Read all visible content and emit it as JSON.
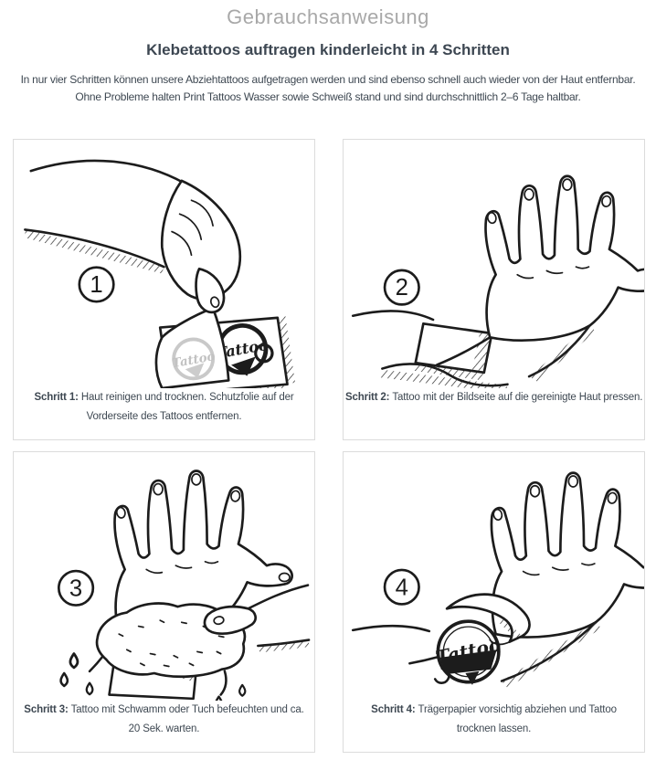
{
  "page": {
    "title": "Gebrauchsanweisung",
    "heading": "Klebetattoos auftragen kinderleicht in 4 Schritten",
    "intro": "In nur vier Schritten können unsere Abziehtattoos aufgetragen werden und sind ebenso schnell auch wieder von der Haut entfernbar. Ohne Probleme halten Print Tattoos Wasser sowie Schweiß stand und sind durchschnittlich 2–6 Tage haltbar."
  },
  "colors": {
    "title_gray": "#a8a8a8",
    "text_dark": "#3e4852",
    "panel_border": "#dcdcdc",
    "ink": "#1c1c1c"
  },
  "steps": [
    {
      "number": "1",
      "label": "Schritt 1:",
      "text": "Haut reinigen und trocknen. Schutzfolie auf der Vorderseite des Tattoos entfernen.",
      "illustration": "hand-peeling-protective-film-from-tattoo-sheet",
      "logo_text": "Tattoo"
    },
    {
      "number": "2",
      "label": "Schritt 2:",
      "text": "Tattoo mit der Bildseite auf die gereinigte Haut pressen.",
      "illustration": "hand-pressing-tattoo-sheet-onto-skin"
    },
    {
      "number": "3",
      "label": "Schritt 3:",
      "text": "Tattoo mit Schwamm oder Tuch befeuchten und ca. 20 Sek. warten.",
      "illustration": "sponge-moistening-tattoo-on-hand"
    },
    {
      "number": "4",
      "label": "Schritt 4:",
      "text": "Trägerpapier vorsichtig abziehen und Tattoo trocknen lassen.",
      "illustration": "peeling-carrier-paper-revealing-tattoo",
      "logo_text": "Tattoo"
    }
  ]
}
